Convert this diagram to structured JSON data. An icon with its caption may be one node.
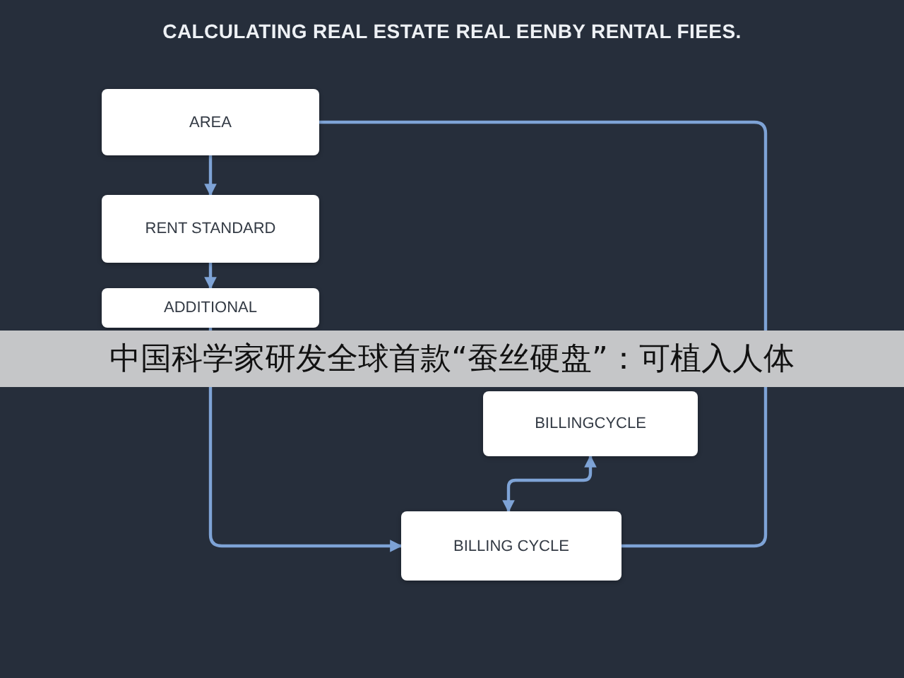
{
  "diagram": {
    "title": "CALCULATING REAL ESTATE REAL EENBY RENTAL FIEES.",
    "nodes": [
      {
        "text": [
          "AREA"
        ]
      },
      {
        "text": [
          "RENT STANDARD"
        ]
      },
      {
        "text": [
          "ADDITIONAL"
        ]
      },
      {
        "text": [
          "BILLINGCYCLE"
        ]
      },
      {
        "text": [
          "BILLING CYCLE"
        ]
      }
    ],
    "edges": [
      {
        "from": 0,
        "to": 1,
        "arrow": "to"
      },
      {
        "from": 1,
        "to": 2,
        "arrow": "to"
      },
      {
        "from": 2,
        "to": 4,
        "arrow": "to"
      },
      {
        "from": 0,
        "to": 4,
        "arrow": "none"
      },
      {
        "from": 4,
        "to": 3,
        "arrow": "both"
      }
    ],
    "labels": [
      "中国科学家研发全球首款“蚕丝硬盘”：可植入人体"
    ]
  }
}
